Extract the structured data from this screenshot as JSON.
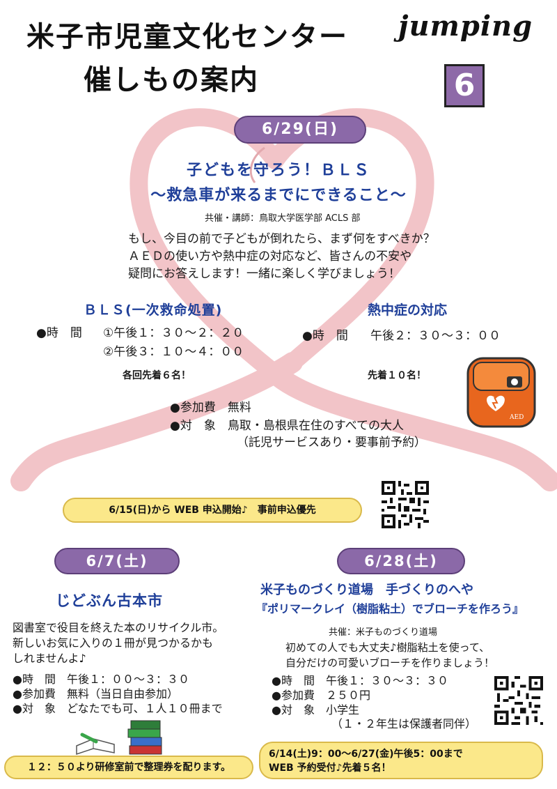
{
  "header": {
    "title_line1": "米子市児童文化センター",
    "title_line2": "催しもの案内",
    "brand": "jumping",
    "issue_number": "6"
  },
  "main_event": {
    "date": "6/29(日)",
    "title_line1": "子どもを守ろう！ＢＬＳ",
    "title_line2": "～救急車が来るまでにできること～",
    "cohost": "共催・講師：鳥取大学医学部 ACLS 部",
    "description": [
      "もし、今目の前で子どもが倒れたら、まず何をすべきか？",
      "ＡＥＤの使い方や熱中症の対応など、皆さんの不安や",
      "疑問にお答えします！一緒に楽しく学びましょう！"
    ],
    "bls": {
      "heading": "ＢＬＳ(一次救命処置)",
      "time_label": "●時　間",
      "time1": "①午後１：３０～２：２０",
      "time2": "②午後３：１０～４：００",
      "capacity": "各回先着６名！"
    },
    "heatstroke": {
      "heading": "熱中症の対応",
      "time_label": "●時　間",
      "time": "午後２：３０～３：００",
      "capacity": "先着１０名！"
    },
    "fee": "●参加費　無料",
    "target": "●対　象　鳥取・島根県在住のすべての大人",
    "target_note": "（託児サービスあり・要事前予約）",
    "application": "6/15(日)から WEB 申込開始♪　事前申込優先",
    "aed_label": "AED"
  },
  "event_left": {
    "date": "6/7(土)",
    "title": "じどぶん古本市",
    "description": [
      "図書室で役目を終えた本のリサイクル市。",
      "新しいお気に入りの１冊が見つかるかも",
      "しれませんよ♪"
    ],
    "time": "●時　間　午後１：００～３：３０",
    "fee": "●参加費　無料（当日自由参加）",
    "target": "●対　象　どなたでも可、１人１０冊まで",
    "note": "１２：５０より研修室前で整理券を配ります。"
  },
  "event_right": {
    "date": "6/28(土)",
    "title_line1": "米子ものづくり道場　手づくりのへや",
    "title_line2": "『ポリマークレイ（樹脂粘土）でブローチを作ろう』",
    "cohost": "共催：米子ものづくり道場",
    "description": [
      "初めての人でも大丈夫♪樹脂粘土を使って、",
      "自分だけの可愛いブローチを作りましょう！"
    ],
    "time": "●時　間　午後１：３０～３：３０",
    "fee": "●参加費　２５０円",
    "target": "●対　象　小学生",
    "target_note": "（１・２年生は保護者同伴）",
    "application_line1": "6/14(土)9：00～6/27(金)午後5：00まで",
    "application_line2": "WEB 予約受付♪先着５名！"
  },
  "colors": {
    "accent_purple": "#8b69a8",
    "navy_heading": "#1f3f99",
    "ribbon_pink": "#f2c4c8",
    "note_yellow": "#fbe88a",
    "aed_orange": "#e8661e"
  }
}
